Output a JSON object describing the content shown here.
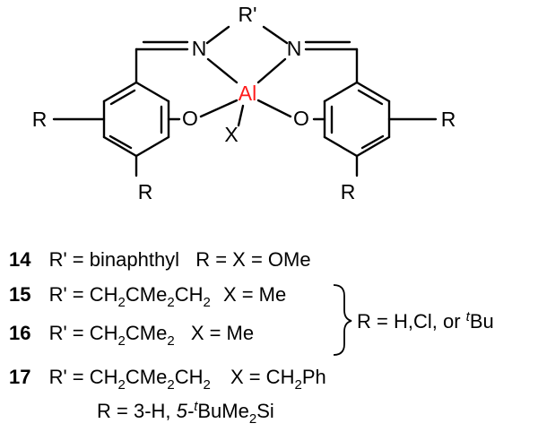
{
  "structure": {
    "bridge_substituent": "R'",
    "metal": "Al",
    "axial_ligand": "X",
    "imine_nitrogen": "N",
    "phenoxide_oxygen": "O",
    "ring_substituent": "R"
  },
  "compounds": [
    {
      "number": "14",
      "r_prime_label": "R' = binaphthyl",
      "spec_label": "R =  X = OMe"
    },
    {
      "number": "15",
      "r_prime_prefix": "R' = CH",
      "r_prime_sub1": "2",
      "r_prime_mid1": "CMe",
      "r_prime_sub2": "2",
      "r_prime_mid2": "CH",
      "r_prime_sub3": "2",
      "x_label": "X = Me"
    },
    {
      "number": "16",
      "r_prime_prefix": "R' = CH",
      "r_prime_sub1": "2",
      "r_prime_mid1": "CMe",
      "r_prime_sub2": "2",
      "x_label": "X = Me"
    },
    {
      "number": "17",
      "r_prime_prefix": "R' = CH",
      "r_prime_sub1": "2",
      "r_prime_mid1": "CMe",
      "r_prime_sub2": "2",
      "r_prime_mid2": "CH",
      "r_prime_sub3": "2",
      "x_prefix": "X = CH",
      "x_sub": "2",
      "x_suffix": "Ph",
      "r_line_prefix": "R = 3-H, ",
      "r_line_italic": "5-",
      "r_line_sup": "t",
      "r_line_suffix": "BuMe",
      "r_line_sub": "2",
      "r_line_end": "Si"
    }
  ],
  "brace_note": {
    "prefix": "R = H,Cl, or ",
    "sup": "t",
    "suffix": "Bu"
  },
  "colors": {
    "metal": "#ff1a1a",
    "ink": "#000000"
  }
}
